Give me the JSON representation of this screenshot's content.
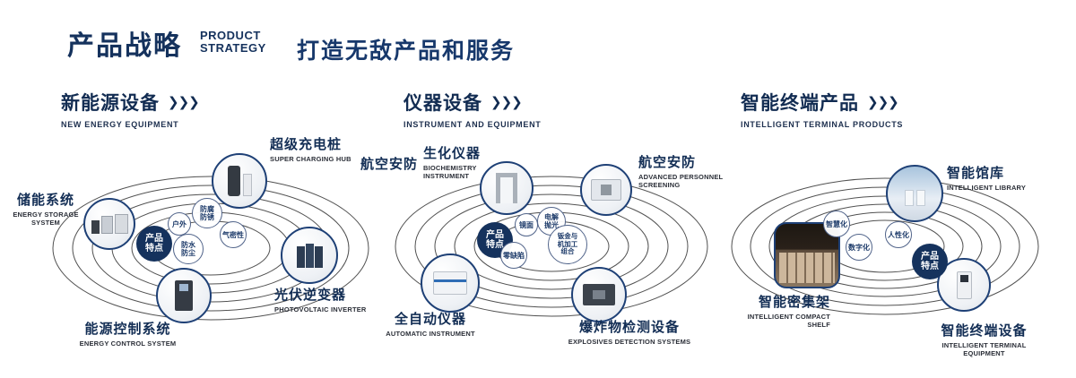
{
  "header": {
    "brand_cn": "产品战略",
    "brand_en_1": "PRODUCT",
    "brand_en_2": "STRATEGY",
    "slogan": "打造无敌产品和服务"
  },
  "icons": {
    "chevrons": "❯❯❯"
  },
  "sections": [
    {
      "title": "新能源设备",
      "subtitle": "NEW ENERGY EQUIPMENT",
      "badge": "产品特点",
      "features": [
        "户外",
        "防腐防锈",
        "气密性",
        "防水防尘"
      ],
      "products": [
        {
          "name": "储能系统",
          "en": "ENERGY STORAGE SYSTEM"
        },
        {
          "name": "超级充电桩",
          "en": "SUPER CHARGING HUB"
        },
        {
          "name": "光伏逆变器",
          "en": "PHOTOVOLTAIC INVERTER"
        },
        {
          "name": "能源控制系统",
          "en": "ENERGY CONTROL SYSTEM"
        }
      ]
    },
    {
      "title": "仪器设备",
      "subtitle": "INSTRUMENT AND EQUIPMENT",
      "badge": "产品特点",
      "features": [
        "镜面",
        "电解抛光",
        "零缺陷",
        "钣金与机加工组合"
      ],
      "products": [
        {
          "name": "航空安防",
          "en": ""
        },
        {
          "name": "生化仪器",
          "en": "BIOCHEMISTRY INSTRUMENT"
        },
        {
          "name": "航空安防",
          "en": "ADVANCED PERSONNEL SCREENING"
        },
        {
          "name": "全自动仪器",
          "en": "AUTOMATIC INSTRUMENT"
        },
        {
          "name": "爆炸物检测设备",
          "en": "EXPLOSIVES DETECTION SYSTEMS"
        }
      ]
    },
    {
      "title": "智能终端产品",
      "subtitle": "INTELLIGENT TERMINAL PRODUCTS",
      "badge": "产品特点",
      "features": [
        "智慧化",
        "人性化",
        "数字化"
      ],
      "products": [
        {
          "name": "智能馆库",
          "en": "INTELLIGENT LIBRARY"
        },
        {
          "name": "智能密集架",
          "en": "INTELLIGENT COMPACT SHELF"
        },
        {
          "name": "智能终端设备",
          "en": "INTELLIGENT TERMINAL EQUIPMENT"
        }
      ]
    }
  ]
}
